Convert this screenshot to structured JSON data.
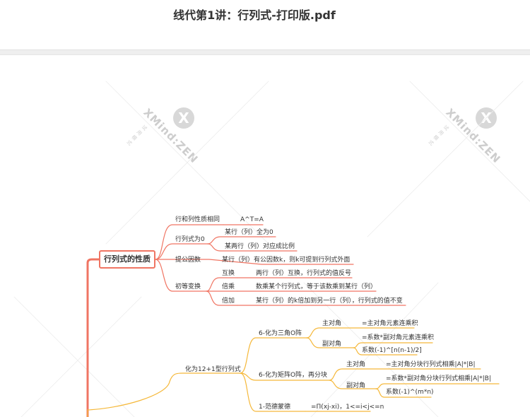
{
  "header": {
    "title": "线代第1讲：行列式-打印版.pdf"
  },
  "watermark": {
    "brand": "XMind:ZEN",
    "sub": "试用模式",
    "logo": "X"
  },
  "mindmap": {
    "root": "行列式的性质",
    "red_color": "#f07563",
    "orange_color": "#f5b83a",
    "nodes": {
      "n1": "行和列性质相同",
      "n1a": "A^T=A",
      "n2": "行列式为0",
      "n2a": "某行（列）全为0",
      "n2b": "某两行（列）对应成比例",
      "n3": "提公因数",
      "n3a": "某行（列）有公因数k，则k可提到行列式外面",
      "n4": "初等变换",
      "n4a": "互换",
      "n4a1": "两行（列）互换，行列式的值反号",
      "n4b": "倍乘",
      "n4b1": "数乘某个行列式，等于该数乘到某行（列）",
      "n4c": "倍加",
      "n4c1": "某行（列）的k倍加到另一行（列），行列式的值不变",
      "m1": "化为12+1型行列式",
      "m1a": "6-化为三角O阵",
      "m1a1": "主对角",
      "m1a1v": "=主对角元素连乘积",
      "m1a2": "副对角",
      "m1a2v": "=系数*副对角元素连乘积",
      "m1a2w": "系数(-1)^[n(n-1)/2]",
      "m1b": "6-化为矩阵O阵，再分块",
      "m1b1": "主对角",
      "m1b1v": "=主对角分块行列式相乘|A|*|B|",
      "m1b2": "副对角",
      "m1b2v": "=系数*副对角分块行列式相乘|A|*|B|",
      "m1b2w": "系数(-1)^(m*n)",
      "m1c": "1-范德蒙德",
      "m1cv": "=Π(xj-xi)，1<=i<j<=n"
    }
  }
}
